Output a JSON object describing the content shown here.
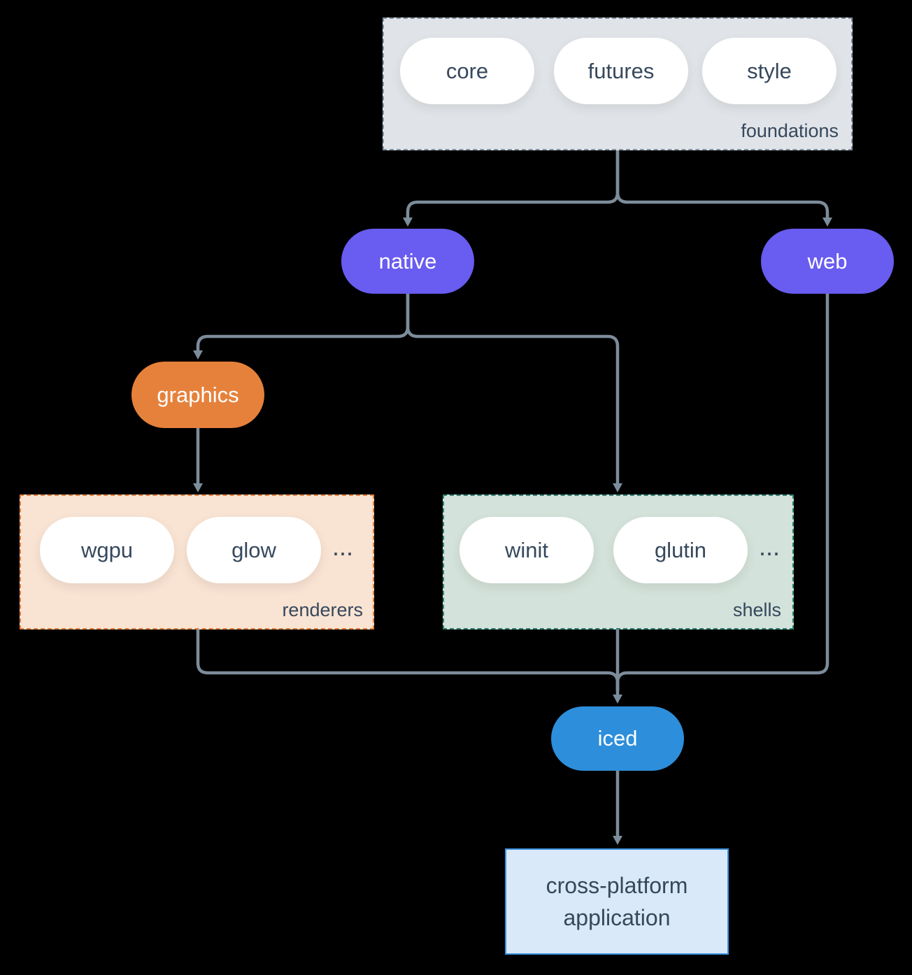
{
  "groups": {
    "foundations": {
      "label": "foundations",
      "pills": [
        "core",
        "futures",
        "style"
      ]
    },
    "renderers": {
      "label": "renderers",
      "pills": [
        "wgpu",
        "glow"
      ],
      "ellipsis": "..."
    },
    "shells": {
      "label": "shells",
      "pills": [
        "winit",
        "glutin"
      ],
      "ellipsis": "..."
    }
  },
  "nodes": {
    "native": {
      "label": "native"
    },
    "web": {
      "label": "web"
    },
    "graphics": {
      "label": "graphics"
    },
    "iced": {
      "label": "iced"
    },
    "application": {
      "label": "cross-platform application"
    }
  },
  "edges": [
    {
      "from": "foundations",
      "to": "native"
    },
    {
      "from": "foundations",
      "to": "web"
    },
    {
      "from": "native",
      "to": "graphics"
    },
    {
      "from": "native",
      "to": "shells"
    },
    {
      "from": "graphics",
      "to": "renderers"
    },
    {
      "from": "renderers",
      "to": "iced"
    },
    {
      "from": "shells",
      "to": "iced"
    },
    {
      "from": "web",
      "to": "iced"
    },
    {
      "from": "iced",
      "to": "application"
    }
  ],
  "colors": {
    "background": "#000000",
    "arrow": "#7d8c9b",
    "text_dark": "#36485c",
    "text_light": "#ffffff",
    "purple_node": "#695cf0",
    "orange_node": "#e6813c",
    "blue_node": "#2d8edb",
    "foundations_fill": "#e0e4e8",
    "foundations_border": "#8191a0",
    "renderers_fill": "#f9e3d3",
    "renderers_border": "#e6813c",
    "shells_fill": "#d3e2da",
    "shells_border": "#2e8173",
    "application_fill": "#d9e9f9",
    "application_border": "#3a90de"
  }
}
